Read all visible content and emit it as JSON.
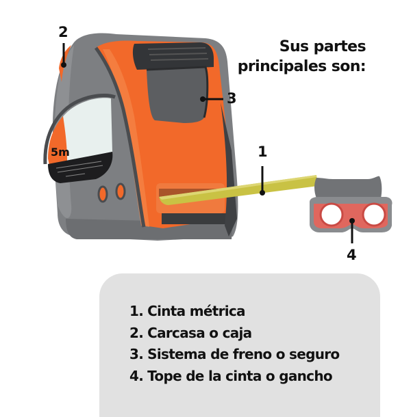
{
  "heading": {
    "line1": "Sus partes",
    "line2": "principales son:"
  },
  "illustration": {
    "subject": "tape-measure",
    "case_label": "5m",
    "colors": {
      "housing_gray": "#7d7f82",
      "housing_dark": "#4a4c4f",
      "accent_orange": "#f2692a",
      "tape_yellow": "#c9c244",
      "hook_red": "#e0675e",
      "brake_dark": "#3f4144"
    },
    "callouts": [
      {
        "number": "1",
        "target": "tape"
      },
      {
        "number": "2",
        "target": "housing"
      },
      {
        "number": "3",
        "target": "brake"
      },
      {
        "number": "4",
        "target": "hook"
      }
    ]
  },
  "parts_list": {
    "background": "#e1e1e1",
    "items": [
      {
        "number": "1.",
        "label": "Cinta métrica"
      },
      {
        "number": "2.",
        "label": "Carcasa o caja"
      },
      {
        "number": "3.",
        "label": "Sistema de freno o seguro"
      },
      {
        "number": "4.",
        "label": "Tope de la cinta o gancho"
      }
    ]
  }
}
